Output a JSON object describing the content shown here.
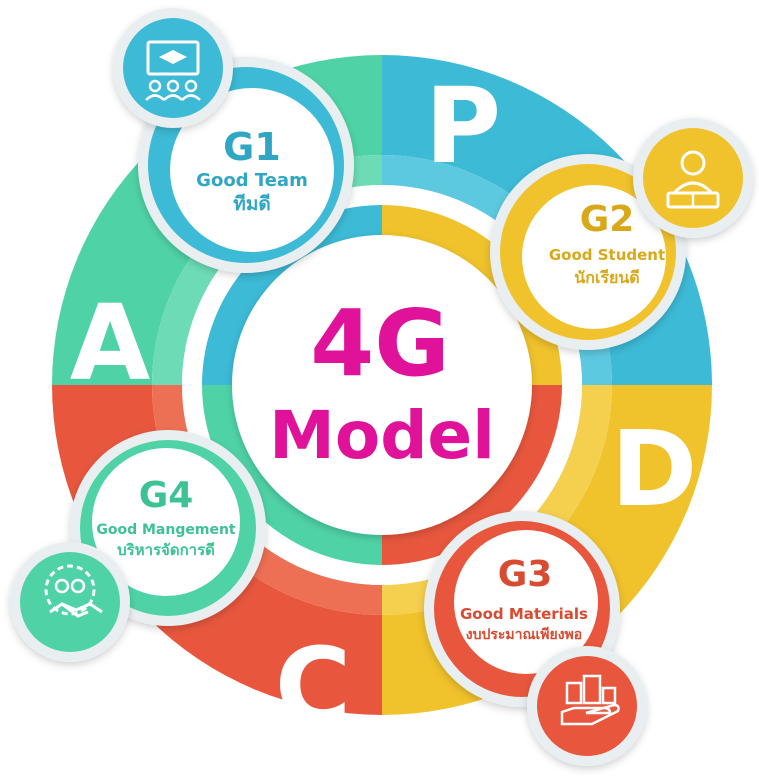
{
  "center": {
    "line1": "4G",
    "line2": "Model",
    "color": "#e0129a"
  },
  "cycle": {
    "p": {
      "letter": "P",
      "color": "#3cbad6"
    },
    "d": {
      "letter": "D",
      "color": "#f0c22c"
    },
    "c": {
      "letter": "C",
      "color": "#e8573d"
    },
    "a": {
      "letter": "A",
      "color": "#4fd3a6"
    }
  },
  "nodes": {
    "g1": {
      "code": "G1",
      "name": "Good Team",
      "thai": "ทีมดี",
      "icon": "classroom-board-icon",
      "color": "#3cbad6"
    },
    "g2": {
      "code": "G2",
      "name": "Good Student",
      "thai": "นักเรียนดี",
      "icon": "student-reading-icon",
      "color": "#f0c22c"
    },
    "g3": {
      "code": "G3",
      "name": "Good Materials",
      "thai": "งบประมาณเพียงพอ",
      "icon": "budget-hand-icon",
      "color": "#e8573d"
    },
    "g4": {
      "code": "G4",
      "name": "Good Mangement",
      "thai": "บริหารจัดการดี",
      "icon": "handshake-team-icon",
      "color": "#4fd3a6"
    }
  }
}
